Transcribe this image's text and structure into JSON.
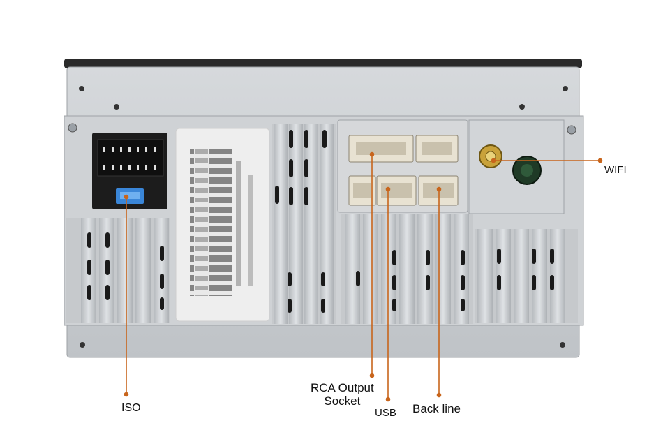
{
  "colors": {
    "callout": "#c8651c",
    "chassis": "#c9ccd0",
    "chassis_dark": "#a8acb1",
    "connector_dark": "#1a1a1a",
    "connector_light": "#e8e2d2",
    "fuse": "#3a86d8",
    "antenna_gold": "#c9a23a",
    "antenna_green": "#1f3a26"
  },
  "callouts": {
    "iso": "ISO",
    "rca_line1": "RCA Output",
    "rca_line2": "Socket",
    "usb": "USB",
    "back_line": "Back line",
    "wifi": "WIFI"
  }
}
